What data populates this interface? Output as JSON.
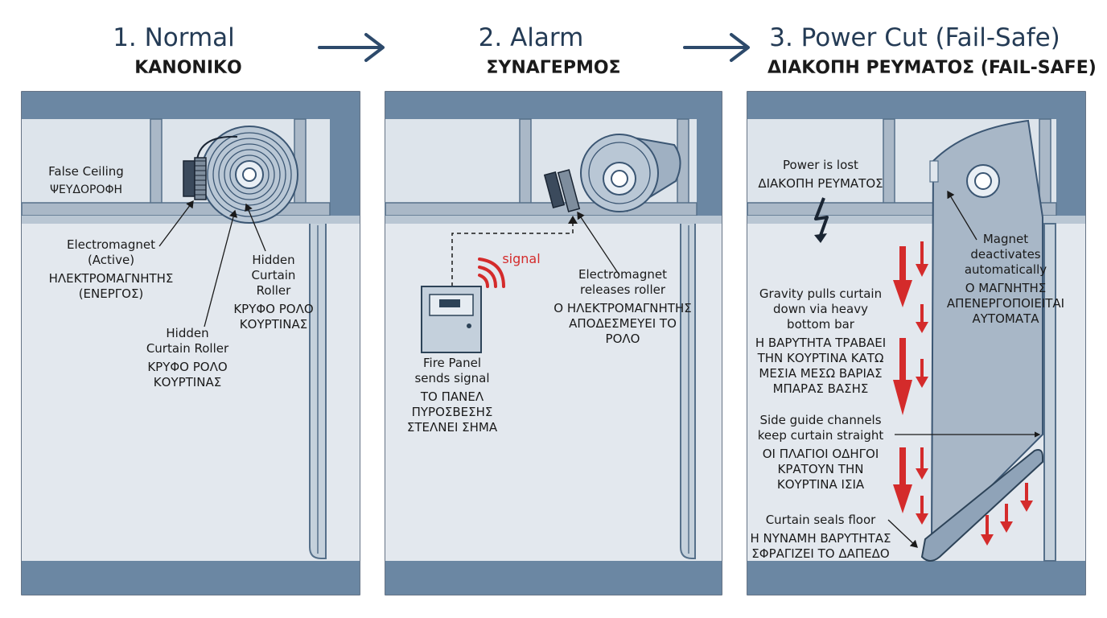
{
  "steps": [
    {
      "title": "1. Normal",
      "subtitle": "ΚΑΝΟΝΙΚΟ"
    },
    {
      "title": "2.   Alarm",
      "subtitle": "ΣΥΝΑΓΕΡΜΟΣ"
    },
    {
      "title": "3. Power Cut (Fail-Safe)",
      "subtitle": "ΔΙΑΚΟΠΗ ΡΕΥΜΑΤΟΣ (FAIL-SAFE)"
    }
  ],
  "panel1": {
    "false_ceiling": {
      "en": "False Ceiling",
      "el": "ΨΕΥΔΟΡΟΦΗ"
    },
    "electromagnet": {
      "en1": "Electromagnet",
      "en2": "(Active)",
      "el1": "ΗΛΕΚΤΡΟΜΑΓΝΗΤΗΣ",
      "el2": "(ΕΝΕΡΓΟΣ)"
    },
    "hidden_roller_right": {
      "en1": "Hidden",
      "en2": "Curtain",
      "en3": "Roller",
      "el1": "ΚΡΥΦΟ ΡΟΛΟ",
      "el2": "ΚΟΥΡΤΙΝΑΣ"
    },
    "hidden_roller_left": {
      "en1": "Hidden",
      "en2": "Curtain Roller",
      "el1": "ΚΡΥΦΟ ΡΟΛΟ",
      "el2": "ΚΟΥΡΤΙΝΑΣ"
    }
  },
  "panel2": {
    "signal": "signal",
    "fire_panel": {
      "en1": "Fire Panel",
      "en2": "sends signal",
      "el1": "ΤΟ ΠΑΝΕΛ",
      "el2": "ΠΥΡΟΣΒΕΣΗΣ",
      "el3": "ΣΤΕΛΝΕΙ ΣΗΜΑ"
    },
    "release": {
      "en1": "Electromagnet",
      "en2": "releases roller",
      "el1": "Ο ΗΛΕΚΤΡΟΜΑΓΝΗΤΗΣ",
      "el2": "ΑΠΟΔΕΣΜΕΥΕΙ ΤΟ",
      "el3": "ΡΟΛΟ"
    }
  },
  "panel3": {
    "power_lost": {
      "en": "Power is lost",
      "el": "ΔΙΑΚΟΠΗ ΡΕΥΜΑΤΟΣ"
    },
    "magnet": {
      "en1": "Magnet",
      "en2": "deactivates",
      "en3": "automatically",
      "el1": "Ο ΜΑΓΝΗΤΗΣ",
      "el2": "ΑΠΕΝΕΡΓΟΠΟΙΕΙΤΑΙ",
      "el3": "ΑΥΤΟΜΑΤΑ"
    },
    "gravity": {
      "en1": "Gravity pulls curtain",
      "en2": "down via heavy",
      "en3": "bottom bar",
      "el1": "Η ΒΑΡΥΤΗΤΑ ΤΡΑΒΑΕΙ",
      "el2": "ΤΗΝ ΚΟΥΡΤΙΝΑ ΚΑΤΩ",
      "el3": "ΜΕΣΙΑ ΜΕΣΩ ΒΑΡΙΑΣ",
      "el4": "ΜΠΑΡΑΣ ΒΑΣΗΣ"
    },
    "guides": {
      "en1": "Side guide channels",
      "en2": "keep curtain straight",
      "el1": "ΟΙ ΠΛΑΓΙΟΙ ΟΔΗΓΟΙ",
      "el2": "ΚΡΑΤΟΥΝ ΤΗΝ",
      "el3": "ΚΟΥΡΤΙΝΑ ΙΣΙΑ"
    },
    "seal": {
      "en": "Curtain seals floor",
      "el1": "Η ΝΥΝΑΜΗ ΒΑΡΥΤΗΤΑΣ",
      "el2": "ΣΦΡΑΓΙΖΕΙ ΤΟ ΔΑΠΕΔΟ"
    }
  },
  "colors": {
    "frame": "#6b87a3",
    "wall": "#e3e8ee",
    "curtain": "#a8b7c7",
    "arrow": "#2d4a6b",
    "alert": "#d42b2b"
  }
}
